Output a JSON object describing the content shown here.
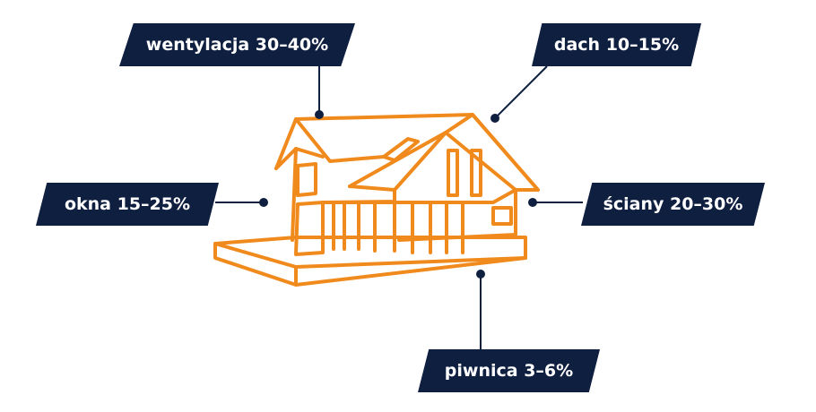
{
  "colors": {
    "navy": "#0f1f40",
    "house": "#f08a1c",
    "leader": "#0f1f40",
    "background": "#ffffff"
  },
  "labels": {
    "wentylacja": "wentylacja 30–40%",
    "dach": "dach 10–15%",
    "okna": "okna 15–25%",
    "sciany": "ściany 20–30%",
    "piwnica": "piwnica 3–6%"
  },
  "icons": {
    "house": "house-outline-icon"
  }
}
